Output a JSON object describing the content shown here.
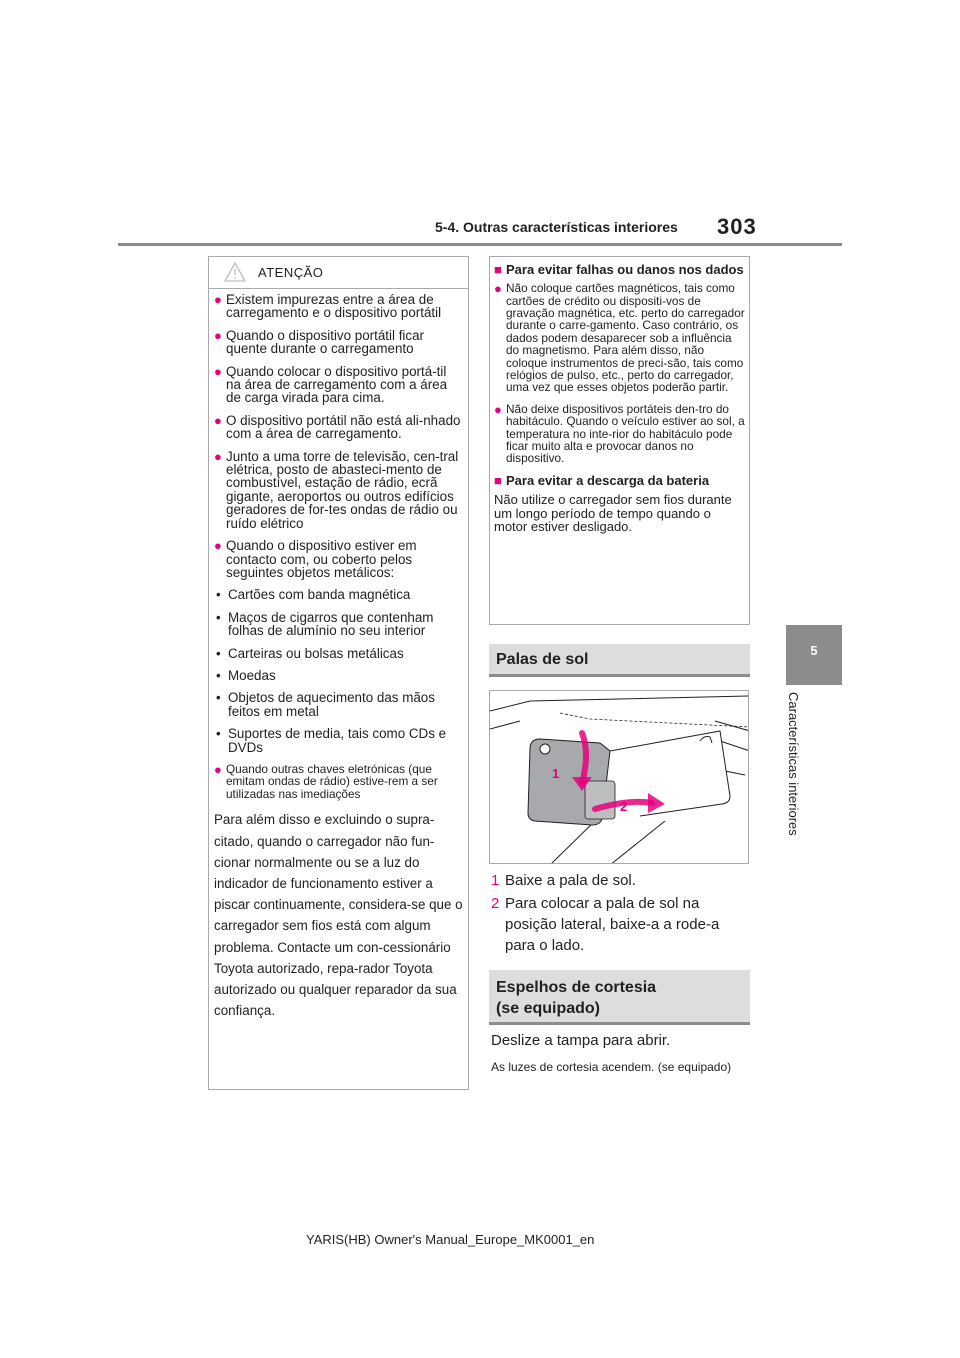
{
  "header": {
    "section": "5-4. Outras características interiores",
    "page_number": "303"
  },
  "side_tab": {
    "chapter_number": "5",
    "chapter_title": "Características interiores"
  },
  "warning": {
    "title": "ATENÇÃO",
    "bullets": [
      "Existem impurezas entre a área de carregamento e o dispositivo portátil",
      "Quando o dispositivo portátil ficar quente durante o carregamento",
      "Quando colocar o dispositivo portá-til na área de carregamento com a área de carga virada para cima.",
      "O dispositivo portátil não está ali-nhado com a área de carregamento.",
      "Junto a uma torre de televisão, cen-tral elétrica, posto de abasteci-mento de combustível, estação de rádio, ecrã gigante, aeroportos ou outros edifícios geradores de for-tes ondas de rádio ou ruído elétrico",
      "Quando o dispositivo estiver em contacto com, ou coberto pelos seguintes objetos metálicos:"
    ],
    "sub_items": [
      "Cartões com banda magnética",
      "Maços de cigarros que contenham folhas de alumínio no seu interior",
      "Carteiras ou bolsas metálicas",
      "Moedas",
      "Objetos de aquecimento das mãos feitos em metal",
      "Suportes de media, tais como CDs e DVDs"
    ],
    "last_bullet": "Quando outras chaves eletrónicas (que emitam ondas de rádio) estive-rem a ser utilizadas nas imediações",
    "paragraph": "Para além disso e excluindo o supra-citado, quando o carregador não fun-cionar normalmente ou se a luz do indicador de funcionamento estiver a piscar continuamente, considera-se que o carregador sem fios está com algum problema. Contacte um con-cessionário Toyota autorizado, repa-rador Toyota autorizado ou qualquer reparador da sua confiança."
  },
  "caution": {
    "heading1": "Para evitar falhas ou danos nos dados",
    "bullet1": "Não coloque cartões magnéticos, tais como cartões de crédito ou dispositi-vos de gravação magnética, etc. perto do carregador durante o carre-gamento. Caso contrário, os dados podem desaparecer sob a influência do magnetismo. Para além disso, não coloque instrumentos de preci-são, tais como relógios de pulso, etc., perto do carregador, uma vez que esses objetos poderão partir.",
    "bullet2": "Não deixe dispositivos portáteis den-tro do habitáculo. Quando o veículo estiver ao sol, a temperatura no inte-rior do habitáculo pode ficar muito alta e provocar danos no dispositivo.",
    "heading2": "Para evitar a descarga da bateria",
    "text2": "Não utilize o carregador sem fios durante um longo período de tempo quando o motor estiver desligado."
  },
  "sun_visors": {
    "heading": "Palas de sol",
    "illus_labels": [
      "1",
      "2"
    ],
    "steps": [
      {
        "num": "1",
        "text": "Baixe a pala de sol."
      },
      {
        "num": "2",
        "text": "Para colocar a pala de sol na posição lateral, baixe-a a rode-a para o lado."
      }
    ]
  },
  "mirrors": {
    "heading_line1": "Espelhos de cortesia",
    "heading_line2": "(se equipado)",
    "text": "Deslize a tampa para abrir.",
    "note": "As luzes de cortesia acendem. (se equipado)"
  },
  "footer": "YARIS(HB) Owner's Manual_Europe_MK0001_en",
  "colors": {
    "accent": "#e6007e",
    "rule_gray": "#8c8c8c",
    "heading_bg": "#dcdddd"
  }
}
